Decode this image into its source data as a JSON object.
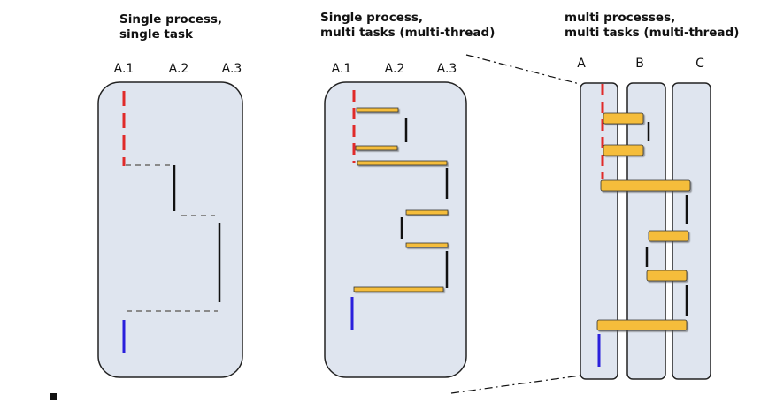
{
  "panels": [
    {
      "title_line1": "Single process,",
      "title_line2": "single task",
      "columns": [
        "A.1",
        "A.2",
        "A.3"
      ]
    },
    {
      "title_line1": "Single process,",
      "title_line2": "multi tasks (multi-thread)",
      "columns": [
        "A.1",
        "A.2",
        "A.3"
      ]
    },
    {
      "title_line1": "multi processes,",
      "title_line2": "multi tasks (multi-thread)",
      "columns": [
        "A",
        "B",
        "C"
      ]
    }
  ],
  "colors": {
    "panel_fill": "#dfe5ef",
    "panel_stroke": "#222222",
    "blocked": "#e02a2a",
    "running": "#111111",
    "switch": "#8a8a8a",
    "done": "#2a1fdc",
    "io_bar": "#f5bd3a"
  }
}
